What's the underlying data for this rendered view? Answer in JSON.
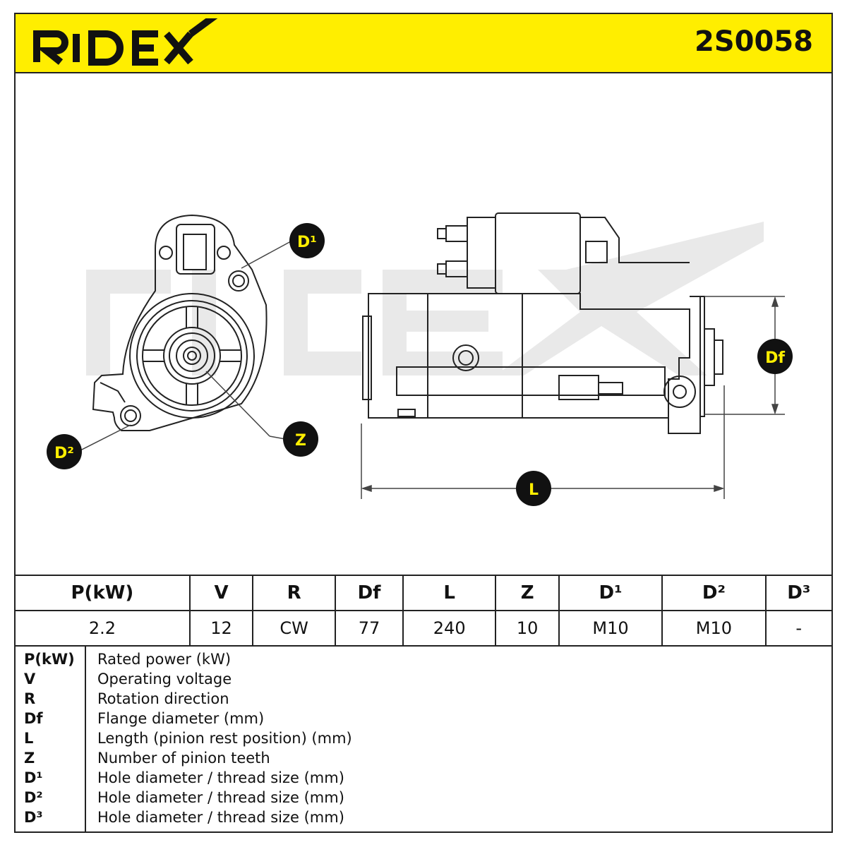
{
  "brand": "RIDEX",
  "part_number": "2S0058",
  "callouts": {
    "d1": "D¹",
    "d2": "D²",
    "z": "Z",
    "df": "Df",
    "l": "L"
  },
  "spec_table": {
    "headers": [
      "P(kW)",
      "V",
      "R",
      "Df",
      "L",
      "Z",
      "D¹",
      "D²",
      "D³"
    ],
    "values": [
      "2.2",
      "12",
      "CW",
      "77",
      "240",
      "10",
      "M10",
      "M10",
      "-"
    ]
  },
  "legend": [
    {
      "key": "P(kW)",
      "desc": "Rated power (kW)"
    },
    {
      "key": "V",
      "desc": "Operating voltage"
    },
    {
      "key": "R",
      "desc": "Rotation direction"
    },
    {
      "key": "Df",
      "desc": "Flange diameter (mm)"
    },
    {
      "key": "L",
      "desc": "Length (pinion rest position) (mm)"
    },
    {
      "key": "Z",
      "desc": "Number of pinion teeth"
    },
    {
      "key": "D¹",
      "desc": "Hole diameter / thread size (mm)"
    },
    {
      "key": "D²",
      "desc": "Hole diameter / thread size (mm)"
    },
    {
      "key": "D³",
      "desc": "Hole diameter / thread size (mm)"
    }
  ],
  "colors": {
    "accent": "#ffee00",
    "ink": "#111111",
    "watermark": "#e9e9e9"
  }
}
